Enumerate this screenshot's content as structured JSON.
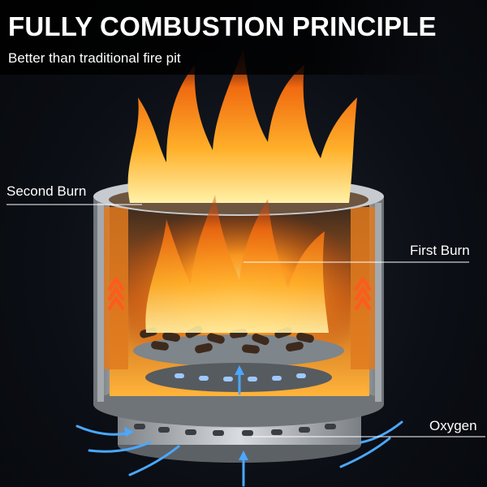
{
  "header": {
    "title": "FULLY COMBUSTION PRINCIPLE",
    "subtitle": "Better than traditional fire pit"
  },
  "callouts": {
    "second_burn": "Second Burn",
    "first_burn": "First Burn",
    "oxygen": "Oxygen"
  },
  "colors": {
    "background": "#0b0e14",
    "flame": "#ff8a1a",
    "steel": "#9aa0a6",
    "airflow": "#4aa8ff",
    "heat_arrows": "#ff5a1f"
  }
}
